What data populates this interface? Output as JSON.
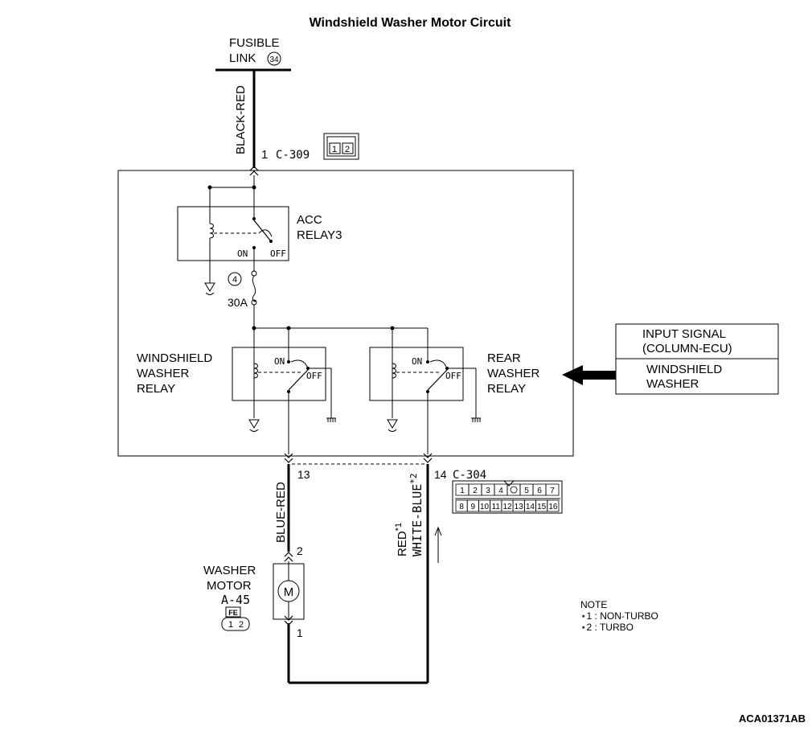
{
  "title": "Windshield Washer Motor Circuit",
  "fusible_link": {
    "line1": "FUSIBLE",
    "line2": "LINK",
    "number": "34"
  },
  "wires": {
    "top": "BLACK-RED",
    "left": "BLUE-RED",
    "right_1": "RED",
    "right_1_mark": "*1",
    "right_2": "WHITE-BLUE",
    "right_2_mark": "*2"
  },
  "connectors": {
    "c309": {
      "pin": "1",
      "name": "C-309",
      "pins": [
        "1",
        "2"
      ]
    },
    "c304": {
      "left_pin": "13",
      "right_pin": "14",
      "name": "C-304",
      "row1": [
        "1",
        "2",
        "3",
        "4",
        "",
        "5",
        "6",
        "7"
      ],
      "row2": [
        "8",
        "9",
        "10",
        "11",
        "12",
        "13",
        "14",
        "15",
        "16"
      ]
    },
    "a45": {
      "name": "A-45",
      "tag": "FE",
      "pins": [
        "1",
        "2"
      ],
      "top_pin": "2",
      "bottom_pin": "1"
    }
  },
  "acc_relay": {
    "line1": "ACC",
    "line2": "RELAY3",
    "on": "ON",
    "off": "OFF"
  },
  "fuse": {
    "number": "4",
    "rating": "30A"
  },
  "windshield_relay": {
    "line1": "WINDSHIELD",
    "line2": "WASHER",
    "line3": "RELAY",
    "on": "ON",
    "off": "OFF"
  },
  "rear_relay": {
    "line1": "REAR",
    "line2": "WASHER",
    "line3": "RELAY",
    "on": "ON",
    "off": "OFF"
  },
  "input_signal": {
    "line1": "INPUT SIGNAL",
    "line2": "(COLUMN-ECU)",
    "line3": "WINDSHIELD",
    "line4": "WASHER"
  },
  "motor": {
    "line1": "WASHER",
    "line2": "MOTOR",
    "symbol": "M"
  },
  "note": {
    "heading": "NOTE",
    "item1": "⋆1 : NON-TURBO",
    "item2": "⋆2 : TURBO"
  },
  "code": "ACA01371AB"
}
